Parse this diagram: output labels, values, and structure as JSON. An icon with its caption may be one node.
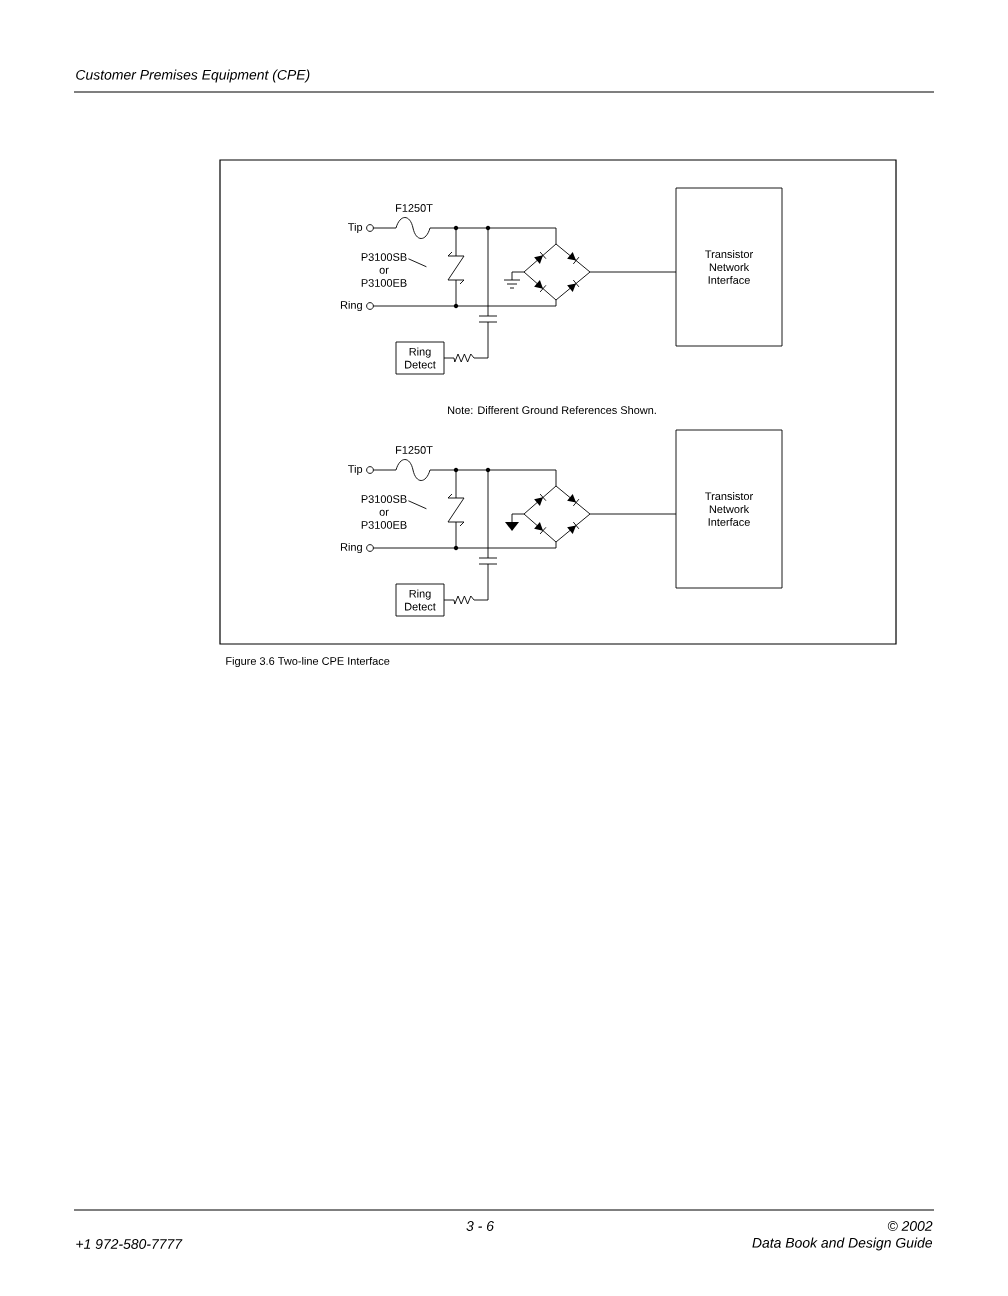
{
  "diagram": {
    "caption": "Figure 3.6 Two-line CPE Interface",
    "nodes": [
      {
        "text": [
          "P3100SB or P3100EB"
        ]
      },
      {
        "text": [
          "Ring Detect"
        ]
      },
      {
        "text": [
          "Transistor Network Interface"
        ]
      },
      {
        "text": [
          "P3100SB or P3100EB"
        ]
      },
      {
        "text": [
          "Ring Detect"
        ]
      },
      {
        "text": [
          "Transistor Network Interface"
        ]
      }
    ],
    "edges": [
      {
        "from": 0,
        "to": null,
        "arrow": "none"
      },
      {
        "from": 3,
        "to": null,
        "arrow": "none"
      }
    ],
    "labels": [
      "Customer Premises Equipment (CPE)",
      "F1250T",
      "Tip",
      "Ring",
      "Note: Different Ground References Shown.",
      "F1250T",
      "Tip",
      "Ring",
      "+1 972-580-7777",
      "3 - 6",
      "© 2002",
      "Data Book and Design Guide"
    ]
  }
}
